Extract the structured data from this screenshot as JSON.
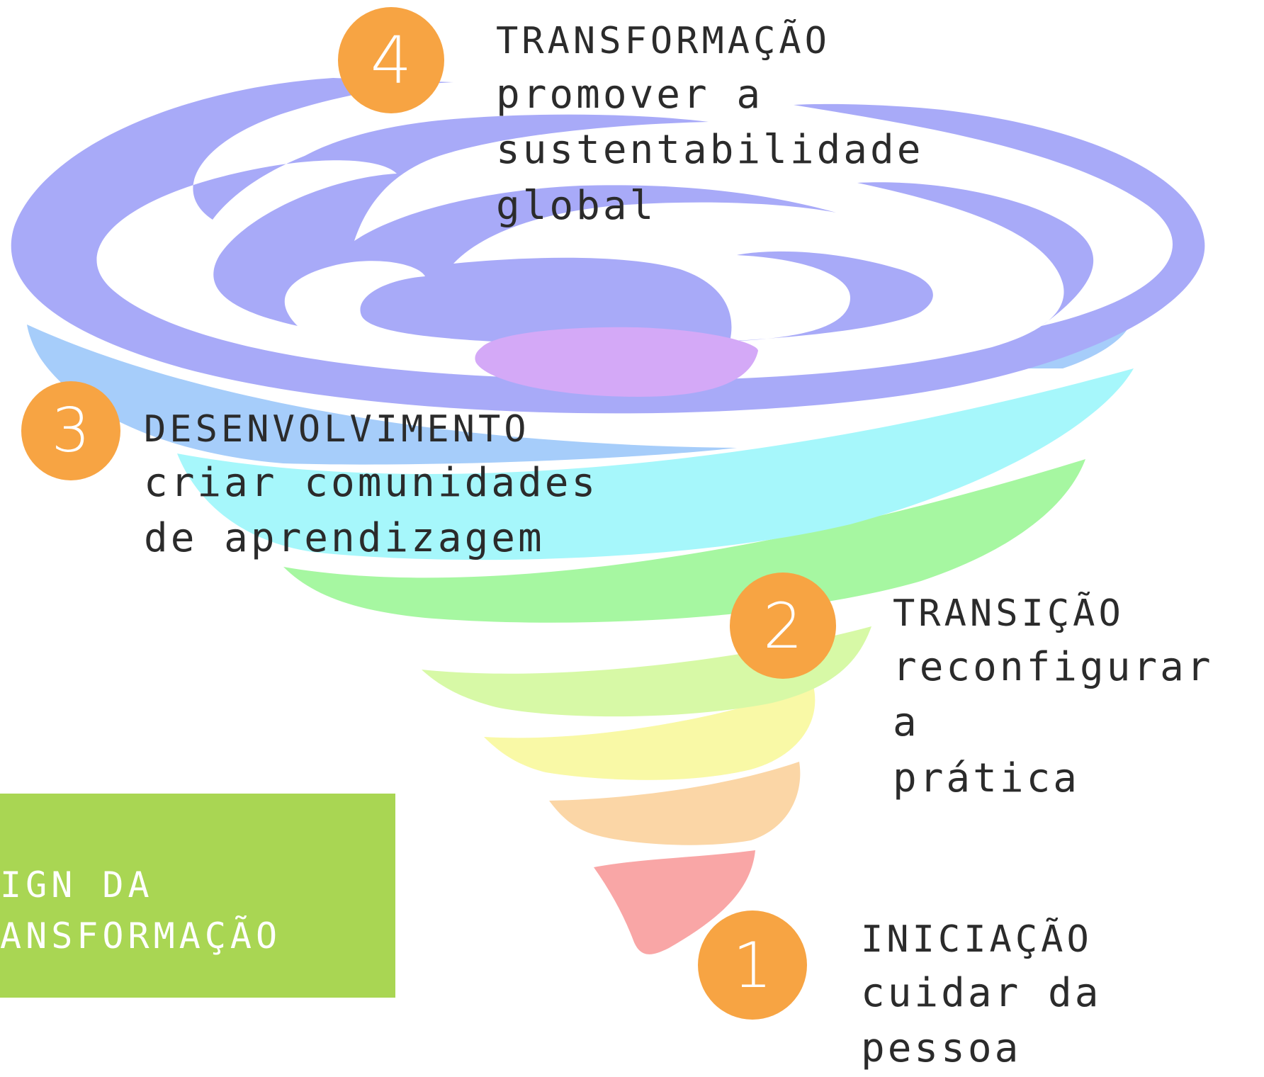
{
  "stages": [
    {
      "number": "4",
      "title": "TRANSFORMAÇÃO",
      "lines": [
        "promover a",
        "sustentabilidade",
        "global"
      ]
    },
    {
      "number": "3",
      "title": "DESENVOLVIMENTO",
      "lines": [
        "criar comunidades",
        "de aprendizagem"
      ]
    },
    {
      "number": "2",
      "title": "TRANSIÇÃO",
      "lines": [
        "reconfigurar a",
        "prática"
      ]
    },
    {
      "number": "1",
      "title": "INICIAÇÃO",
      "lines": [
        "cuidar da pessoa"
      ]
    }
  ],
  "title_box": {
    "line1": "IGN DA",
    "line2": "ANSFORMAÇÃO"
  },
  "colors": {
    "badge": "#f7a443",
    "title_box": "#a9d653",
    "text": "#2b2b2b",
    "bands": [
      "#a8aaf8",
      "#a6cdfa",
      "#a6f7fb",
      "#a6f7a1",
      "#d7f9a6",
      "#f9f9a6",
      "#fbd6a6",
      "#f9a6a6"
    ],
    "center": "#d4a9f7"
  }
}
